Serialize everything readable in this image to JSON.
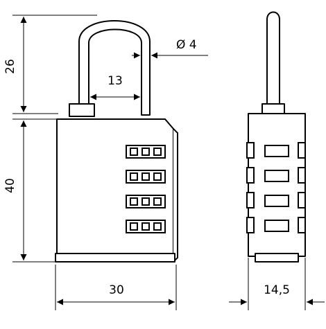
{
  "drawing": {
    "subject": "combination padlock dimension drawing",
    "views": [
      "front view",
      "side view"
    ]
  },
  "dimensions": {
    "shackle_height": "26",
    "body_height": "40",
    "shackle_inner_width": "13",
    "shackle_diameter": "Ø 4",
    "body_width": "30",
    "body_thickness": "14,5"
  },
  "colors": {
    "line": "#000000",
    "background": "#ffffff"
  },
  "combination_dials": 4
}
